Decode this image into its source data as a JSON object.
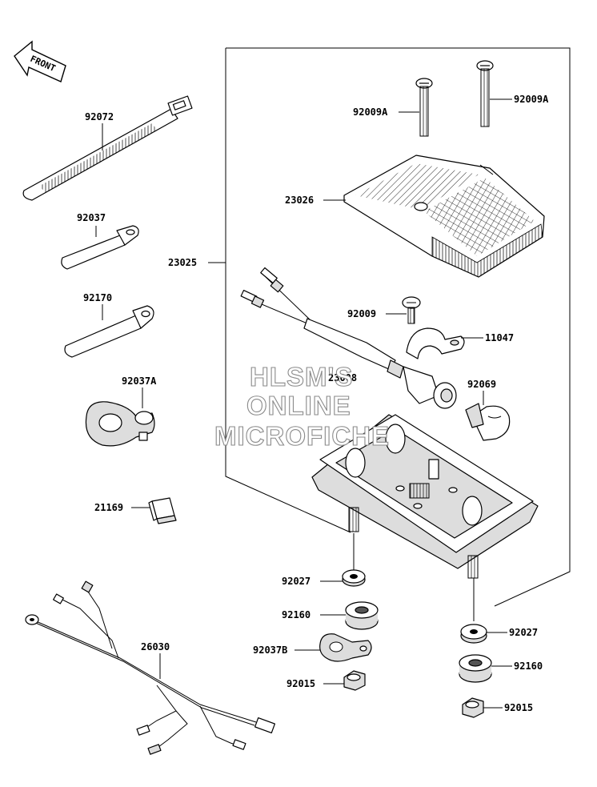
{
  "front_arrow": {
    "text": "FRONT"
  },
  "labels": {
    "p92072": "92072",
    "p92037": "92037",
    "p92170": "92170",
    "p92037A": "92037A",
    "p21169": "21169",
    "p26030": "26030",
    "p23025": "23025",
    "p92009A_left": "92009A",
    "p92009A_right": "92009A",
    "p23026": "23026",
    "p92009": "92009",
    "p11047": "11047",
    "p23008": "23008",
    "p92069": "92069",
    "p92027_left": "92027",
    "p92160_left": "92160",
    "p92037B": "92037B",
    "p92015_left": "92015",
    "p92027_right": "92027",
    "p92160_right": "92160",
    "p92015_right": "92015"
  },
  "watermark": {
    "line1": "HLSM'S",
    "line2": "ONLINE",
    "line3": "MICROFICHE"
  }
}
